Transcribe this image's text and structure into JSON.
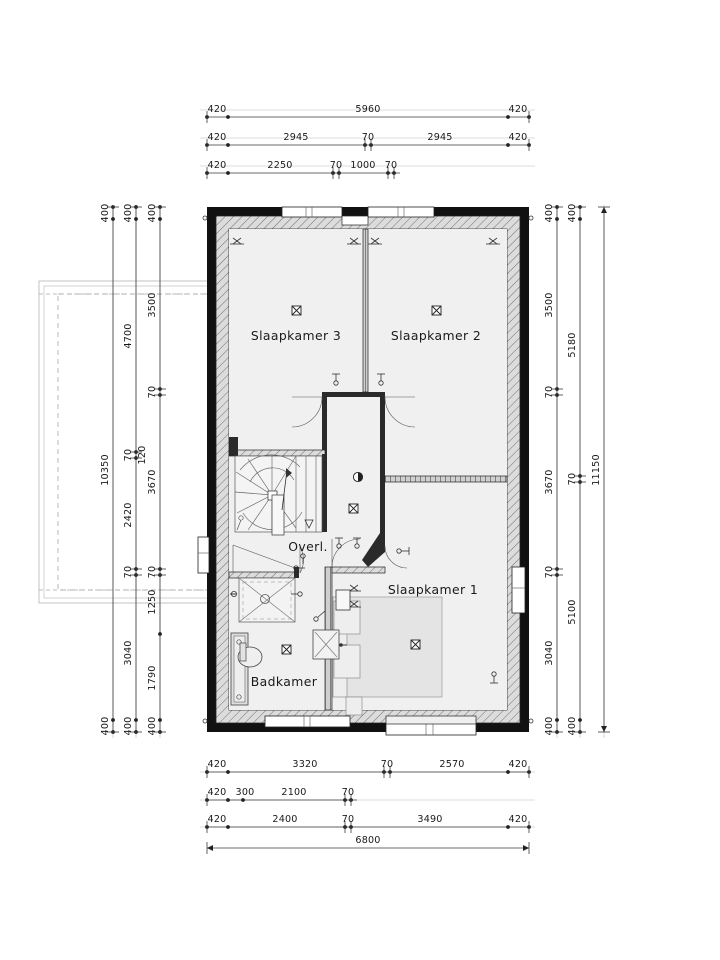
{
  "drawing": {
    "type": "architectural-floor-plan",
    "language": "nl",
    "level": "first-floor",
    "units": "mm"
  },
  "rooms": [
    {
      "id": "slaapkamer3",
      "label": "Slaapkamer 3"
    },
    {
      "id": "slaapkamer2",
      "label": "Slaapkamer 2"
    },
    {
      "id": "slaapkamer1",
      "label": "Slaapkamer 1"
    },
    {
      "id": "badkamer",
      "label": "Badkamer"
    },
    {
      "id": "overloop",
      "label": "Overl."
    }
  ],
  "dimensions": {
    "top": [
      {
        "row": 1,
        "values": [
          "420",
          "5960",
          "420"
        ]
      },
      {
        "row": 2,
        "values": [
          "420",
          "2945",
          "70",
          "2945",
          "420"
        ]
      },
      {
        "row": 3,
        "values": [
          "420",
          "2250",
          "70",
          "1000",
          "70"
        ]
      }
    ],
    "bottom": [
      {
        "row": 1,
        "values": [
          "420",
          "3320",
          "70",
          "2570",
          "420"
        ]
      },
      {
        "row": 2,
        "values": [
          "420",
          "300",
          "2100",
          "70"
        ]
      },
      {
        "row": 3,
        "values": [
          "420",
          "2400",
          "70",
          "3490",
          "420"
        ]
      },
      {
        "row": 4,
        "values": [
          "6800"
        ]
      }
    ],
    "left": [
      {
        "row": 1,
        "values": [
          "400",
          "10350",
          "400"
        ]
      },
      {
        "row": 2,
        "values": [
          "400",
          "4700",
          "70",
          "120",
          "2420",
          "70",
          "3040",
          "400"
        ]
      },
      {
        "row": 3,
        "values": [
          "400",
          "3500",
          "70",
          "3670",
          "70",
          "1250",
          "1790",
          "400"
        ]
      }
    ],
    "right": [
      {
        "row": 1,
        "values": [
          "400",
          "3500",
          "70",
          "3670",
          "70",
          "3040",
          "400"
        ]
      },
      {
        "row": 2,
        "values": [
          "400",
          "5180",
          "70",
          "5100",
          "400"
        ]
      },
      {
        "row": 3,
        "values": [
          "11150"
        ]
      }
    ],
    "overall_width": "6800",
    "overall_height": "11150",
    "inner_width": "5960",
    "inner_height": "10350"
  },
  "symbols": {
    "ceiling_light": "ceiling-light-icon",
    "wall_light": "wall-light-icon",
    "switch": "switch-icon",
    "outlet": "outlet-icon",
    "smoke_detector": "smoke-detector-icon",
    "stair_up_arrow": "stair-direction-arrow-icon"
  },
  "fixtures": [
    {
      "id": "bed",
      "name": "double-bed"
    },
    {
      "id": "toilet",
      "name": "toilet"
    },
    {
      "id": "shower",
      "name": "shower-tray"
    },
    {
      "id": "washbasin",
      "name": "washbasin"
    },
    {
      "id": "bathtub",
      "name": "bathtub"
    },
    {
      "id": "stair",
      "name": "winder-staircase"
    }
  ],
  "colors": {
    "wall": "#111111",
    "room_fill": "#f0f0f0",
    "furniture": "#e4e4e4",
    "dimension": "#3a3a3a",
    "grid": "#b9b9b9"
  }
}
